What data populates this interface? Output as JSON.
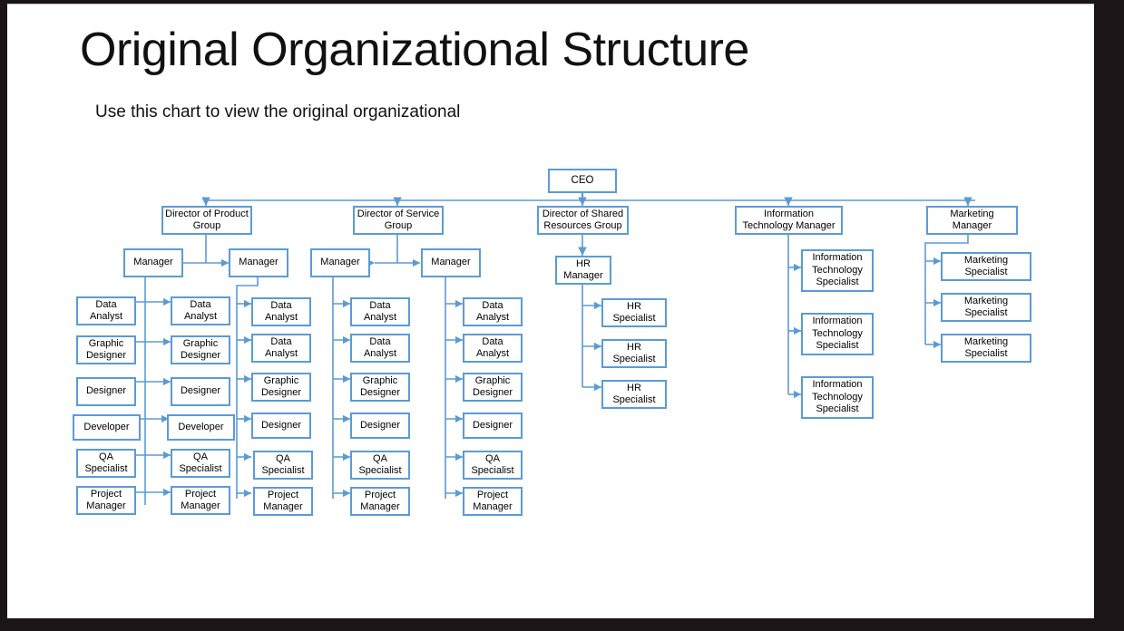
{
  "slide": {
    "title": "Original Organizational Structure",
    "subtitle": "Use this chart to view the original organizational",
    "accent_color": "#5B9BD5",
    "background_color": "#FFFFFF",
    "frame_color": "#1B1517",
    "text_color": "#000000"
  },
  "chart_data": {
    "type": "diagram",
    "diagram_kind": "organizational-chart",
    "title": "Original Organizational Structure",
    "orientation": "top-down",
    "connector_style": "elbow",
    "node_border_color": "#5B9BD5",
    "root": "CEO",
    "nodes": {
      "ceo": "CEO",
      "director_product": "Director of Product Group",
      "director_service": "Director of Service Group",
      "director_shared": "Director of Shared Resources Group",
      "it_manager": "Information Technology Manager",
      "marketing_manager": "Marketing Manager",
      "manager": "Manager",
      "hr_manager": "HR Manager",
      "hr_specialist": "HR Specialist",
      "it_specialist": "Information Technology Specialist",
      "marketing_specialist": "Marketing Specialist"
    },
    "level2": [
      "Director of Product Group",
      "Director of Service Group",
      "Director of Shared Resources Group",
      "Information Technology Manager",
      "Marketing Manager"
    ],
    "managers": [
      "Manager",
      "Manager",
      "Manager",
      "Manager"
    ],
    "staff_columns": [
      {
        "parent": "Manager",
        "roles": [
          "Data Analyst",
          "Graphic Designer",
          "Designer",
          "Developer",
          "QA Specialist",
          "Project Manager"
        ]
      },
      {
        "parent": "Manager",
        "roles": [
          "Data Analyst",
          "Graphic Designer",
          "Designer",
          "Developer",
          "QA Specialist",
          "Project Manager"
        ]
      },
      {
        "parent": "Manager",
        "roles": [
          "Data Analyst",
          "Data Analyst",
          "Graphic Designer",
          "Designer",
          "QA Specialist",
          "Project Manager"
        ]
      },
      {
        "parent": "Manager",
        "roles": [
          "Data Analyst",
          "Data Analyst",
          "Graphic Designer",
          "Designer",
          "QA Specialist",
          "Project Manager"
        ]
      },
      {
        "parent": "Manager",
        "roles": [
          "Data Analyst",
          "Data Analyst",
          "Graphic Designer",
          "Designer",
          "QA Specialist",
          "Project Manager"
        ]
      }
    ],
    "hr_branch": {
      "manager": "HR Manager",
      "staff": [
        "HR Specialist",
        "HR Specialist",
        "HR Specialist"
      ]
    },
    "it_branch": {
      "manager": "Information Technology Manager",
      "staff": [
        "Information Technology Specialist",
        "Information Technology Specialist",
        "Information Technology Specialist"
      ]
    },
    "marketing_branch": {
      "manager": "Marketing Manager",
      "staff": [
        "Marketing Specialist",
        "Marketing Specialist",
        "Marketing Specialist"
      ]
    }
  }
}
